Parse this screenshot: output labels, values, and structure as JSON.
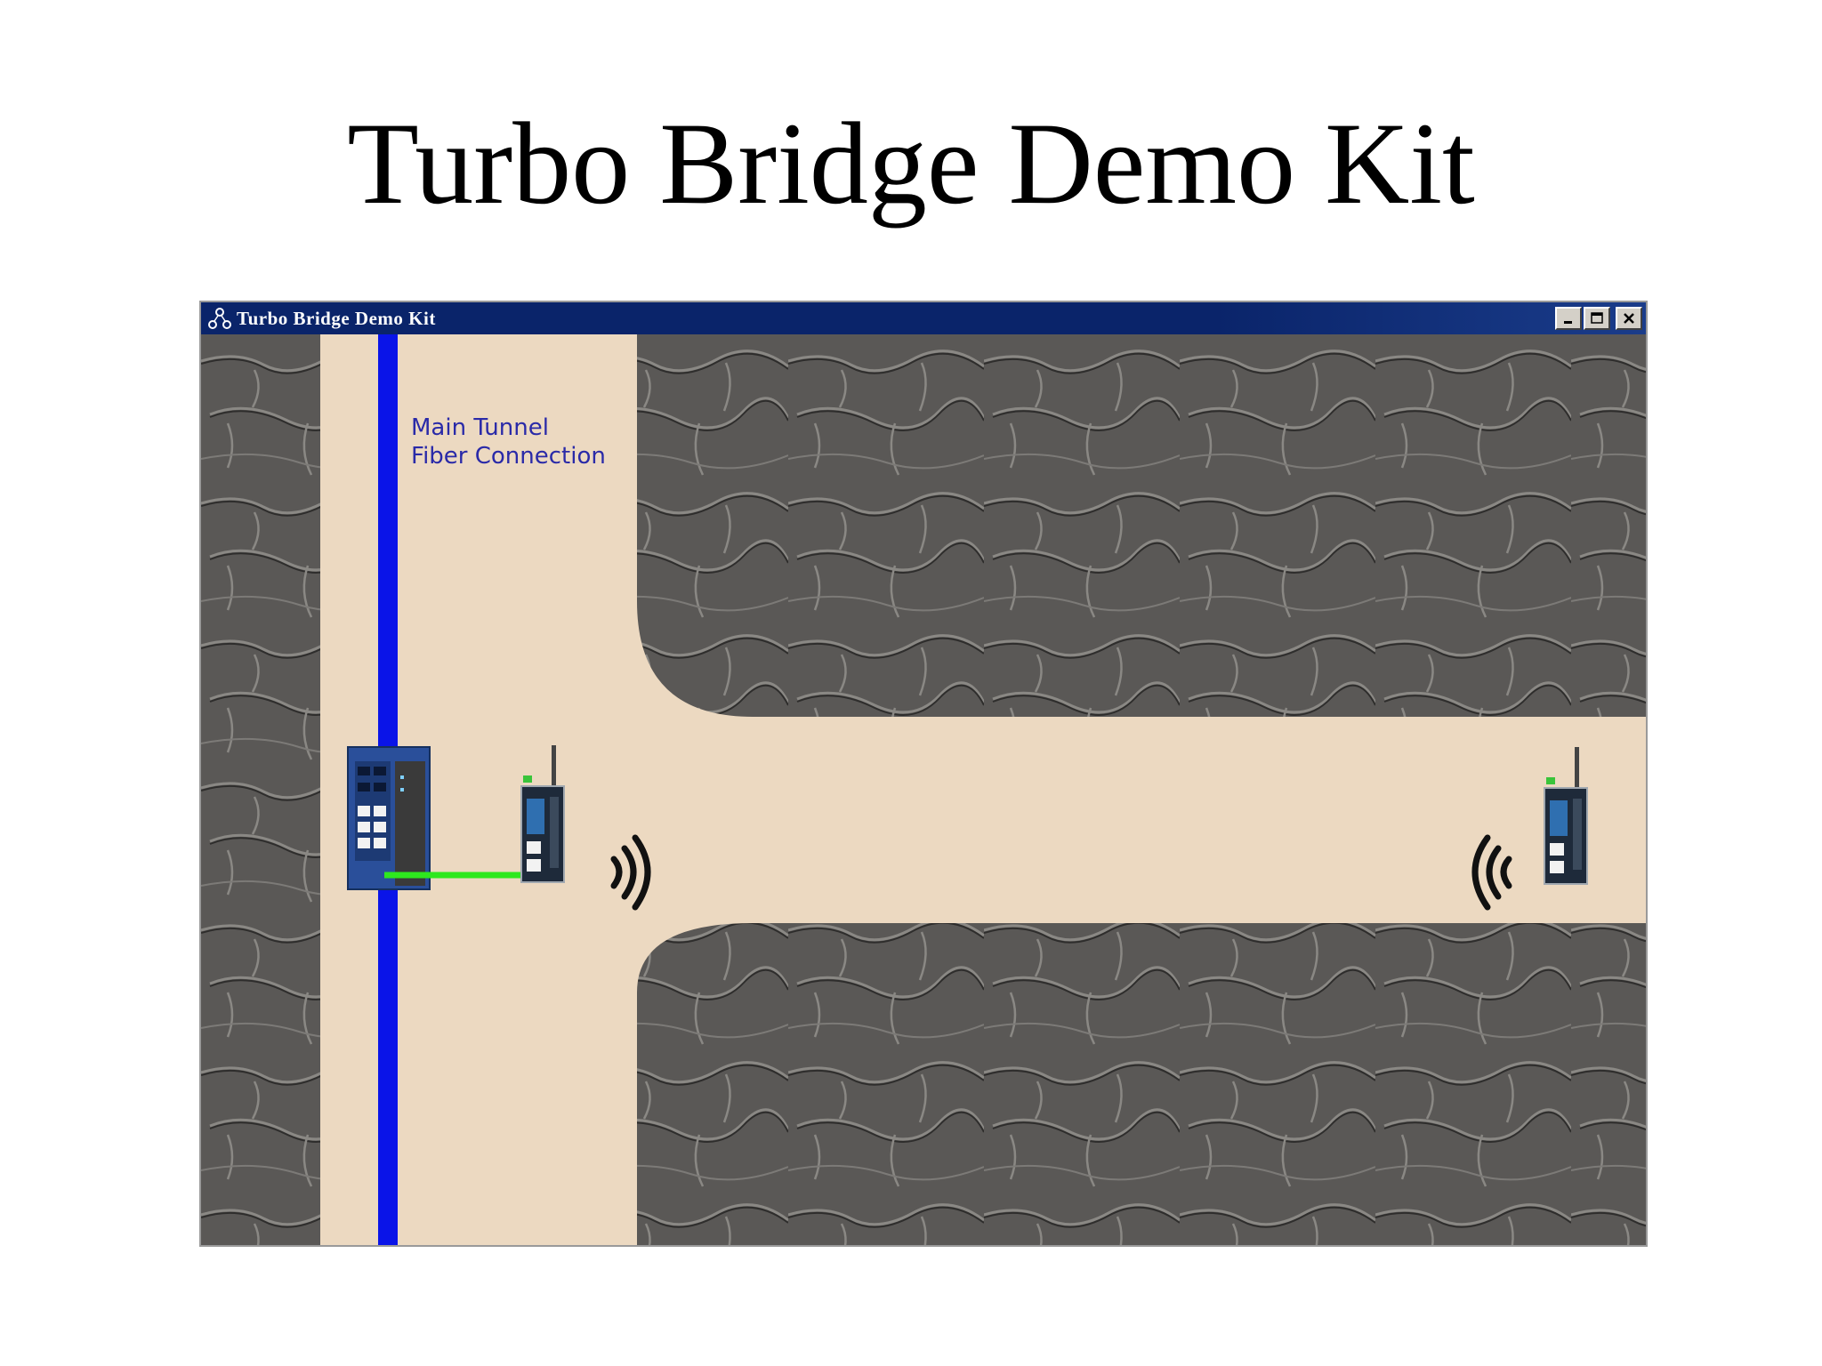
{
  "slide": {
    "title": "Turbo Bridge Demo Kit"
  },
  "window": {
    "title": "Turbo Bridge Demo Kit",
    "icon": "network-nodes-icon",
    "controls": [
      "minimize-icon",
      "maximize-icon",
      "close-icon"
    ]
  },
  "scene": {
    "fiber_label_line1": "Main Tunnel",
    "fiber_label_line2": "Fiber Connection",
    "colors": {
      "rock": "#5a5856",
      "tunnel": "#ecd9c1",
      "fiber": "#0a14e8",
      "ethernet": "#2ee81e",
      "device": "#2a4f9a"
    }
  }
}
